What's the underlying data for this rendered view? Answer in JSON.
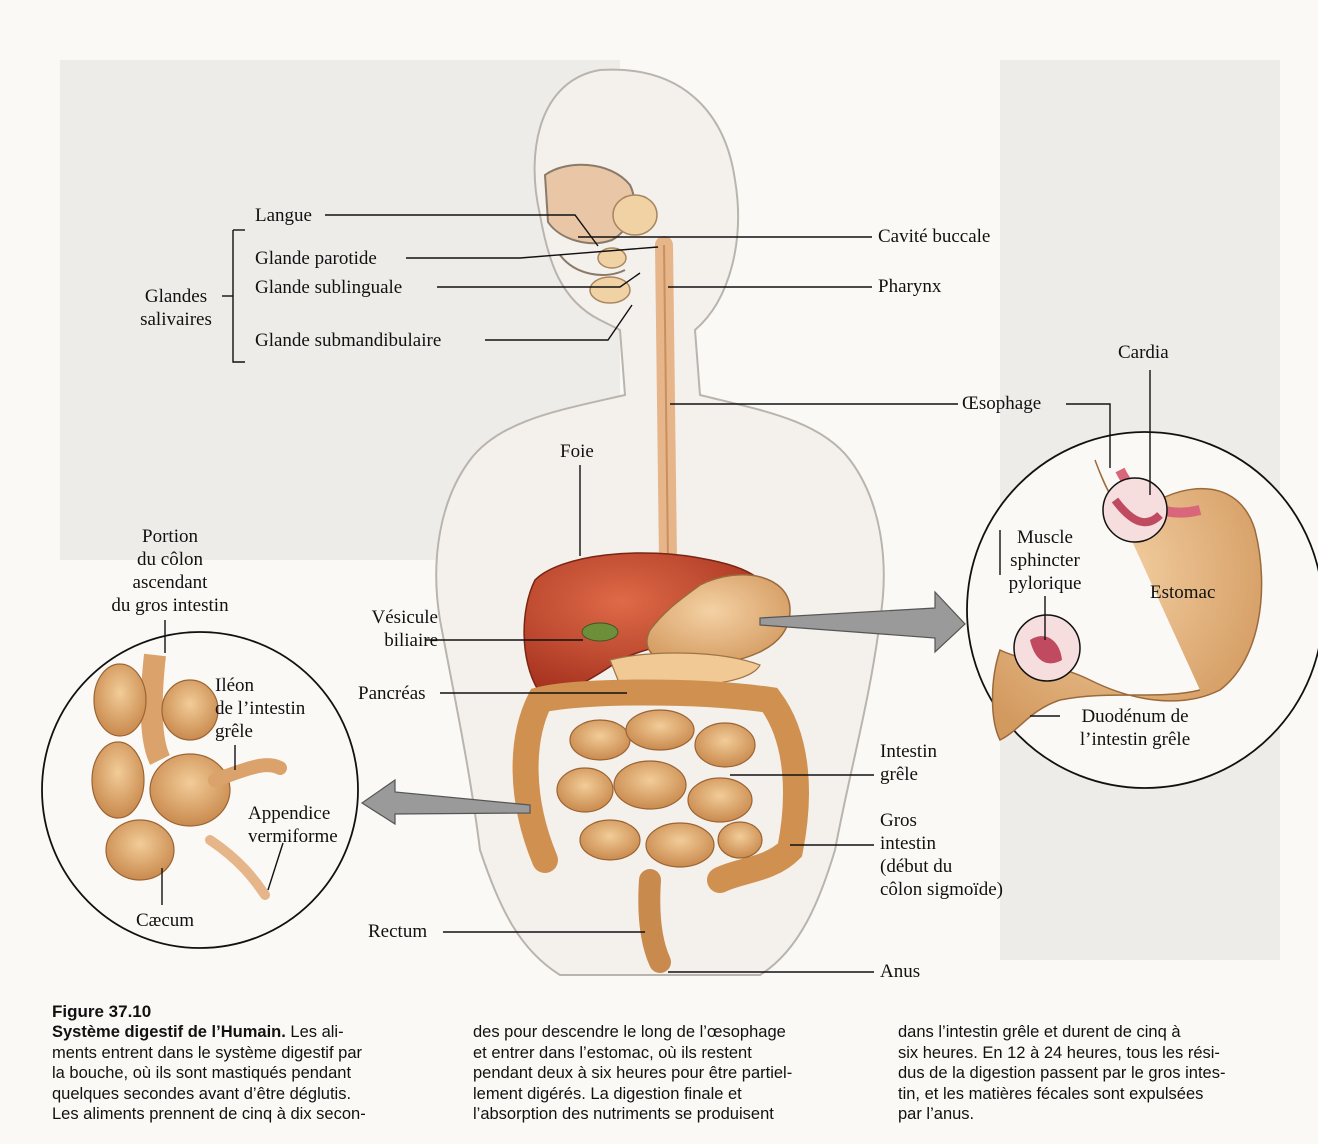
{
  "labels": {
    "langue": "Langue",
    "glande_parotide": "Glande parotide",
    "glande_sublinguale": "Glande sublinguale",
    "glande_submandibulaire": "Glande submandibulaire",
    "glandes_salivaires": [
      "Glandes",
      "salivaires"
    ],
    "cavite_buccale": "Cavité buccale",
    "pharynx": "Pharynx",
    "oesophage": "Œsophage",
    "cardia": "Cardia",
    "foie": "Foie",
    "muscle_sphincter": [
      "Muscle",
      "sphincter",
      "pylorique"
    ],
    "estomac": "Estomac",
    "duodenum": [
      "Duodénum de",
      "l’intestin grêle"
    ],
    "vesicule": [
      "Vésicule",
      "biliaire"
    ],
    "pancreas": "Pancréas",
    "intestin_grele": [
      "Intestin",
      "grêle"
    ],
    "gros_intestin": [
      "Gros",
      "intestin",
      "(début du",
      "côlon sigmoïde)"
    ],
    "rectum": "Rectum",
    "anus": "Anus",
    "portion_colon": [
      "Portion",
      "du côlon",
      "ascendant",
      "du gros intestin"
    ],
    "ileon": [
      "Iléon",
      "de l’intestin",
      "grêle"
    ],
    "appendice": [
      "Appendice",
      "vermiforme"
    ],
    "caecum": "Cæcum"
  },
  "caption": {
    "figure_number": "Figure 37.10",
    "title": "Système digestif de l’Humain.",
    "col1": [
      "Les ali-",
      "ments entrent dans le système digestif par",
      "la bouche, où ils sont mastiqués pendant",
      "quelques secondes avant d’être déglutis.",
      "Les aliments prennent de cinq à dix secon-"
    ],
    "col2": [
      "des pour descendre le long de l’œsophage",
      "et entrer dans l’estomac, où ils restent",
      "pendant deux à six heures pour être partiel-",
      "lement digérés. La digestion finale et",
      "l’absorption des nutriments se produisent"
    ],
    "col3": [
      "dans l’intestin grêle et durent de cinq à",
      "six heures. En 12 à 24 heures, tous les rési-",
      "dus de la digestion passent par le gros intes-",
      "tin, et les matières fécales sont expulsées",
      "par l’anus."
    ]
  },
  "colors": {
    "liver": "#c0442a",
    "stomach": "#e3b27d",
    "intestine": "#dba36b",
    "mucosa": "#d9667a",
    "body_outline": "#b9b4ad",
    "leader_line": "#111111"
  }
}
